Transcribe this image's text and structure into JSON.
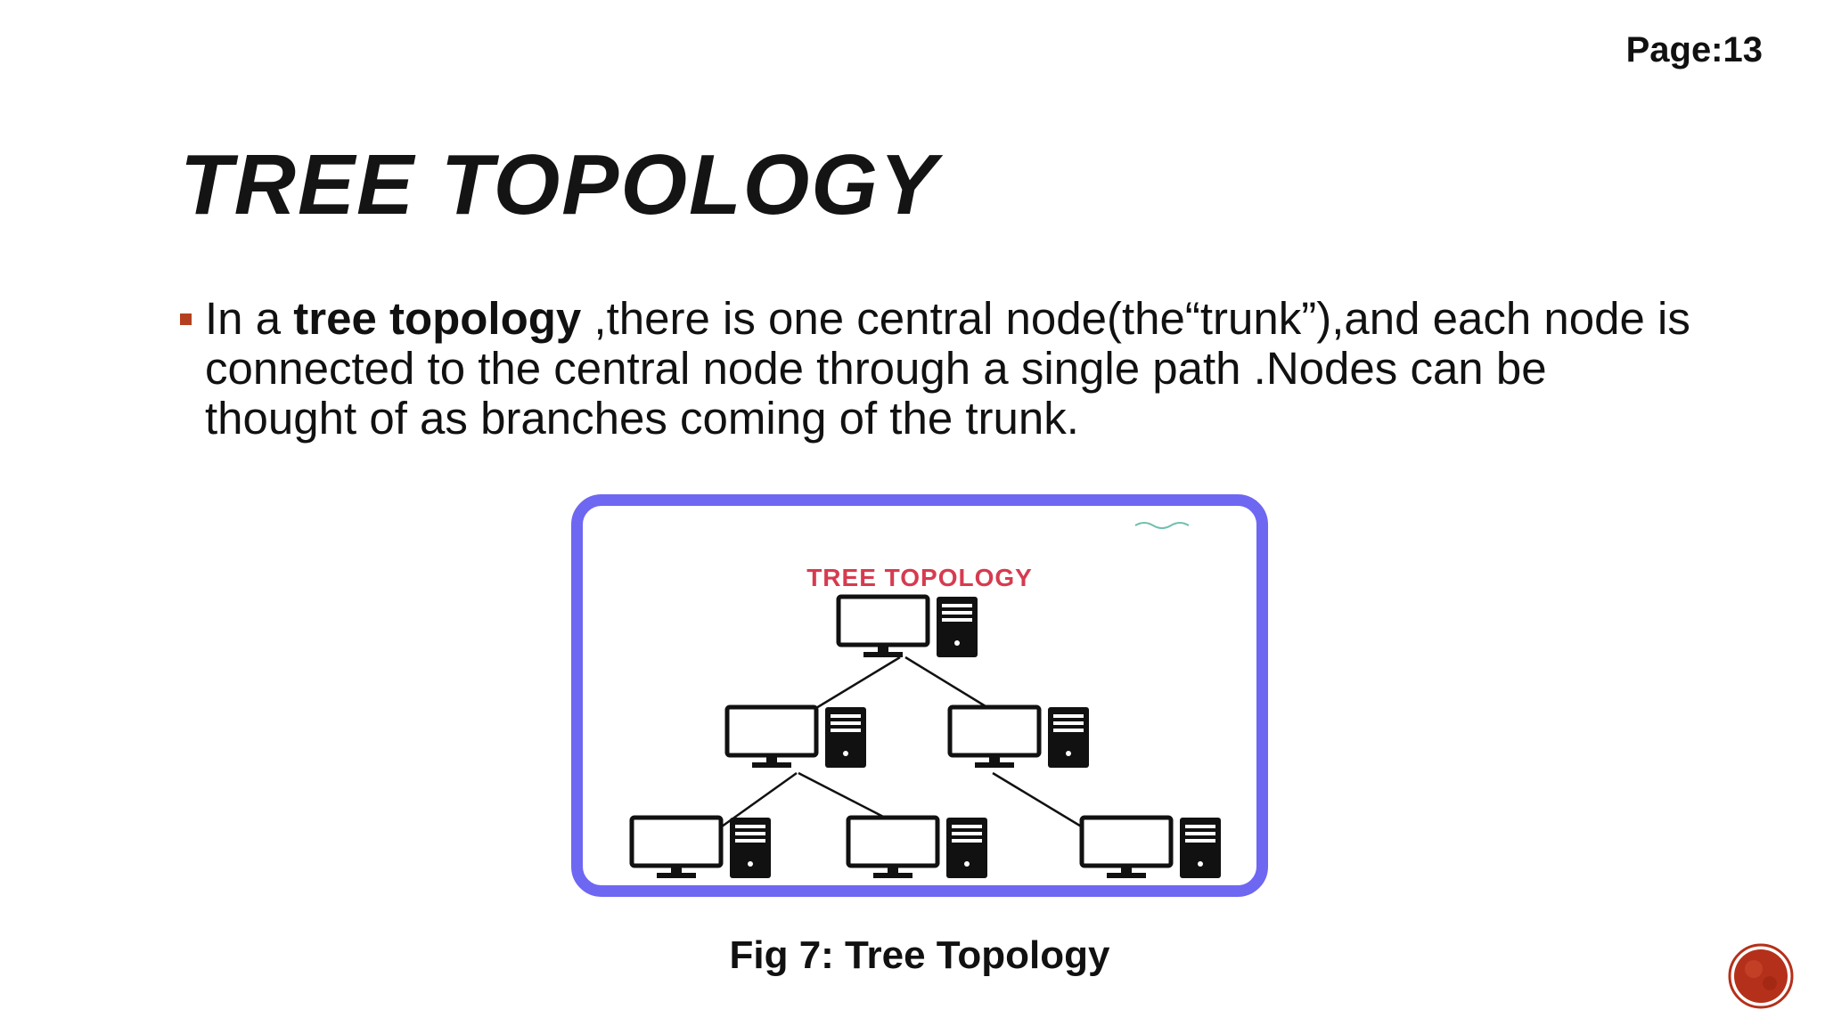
{
  "page": {
    "label": "Page:13"
  },
  "title": "TREE TOPOLOGY",
  "bullet": {
    "text_before": "In a ",
    "bold_term": "tree topology",
    "text_after": " ,there is one central node(the“trunk”),and each node is connected to the central node through a single path .Nodes can be thought of as branches coming of the trunk."
  },
  "figure": {
    "inner_title": "TREE TOPOLOGY",
    "caption": "Fig 7: Tree Topology",
    "icons": [
      "computer-icon",
      "server-tower-icon"
    ]
  },
  "colors": {
    "bullet_accent": "#b5401f",
    "frame_border": "#6e67f2",
    "diagram_title": "#d63b4f",
    "badge": "#b5301a"
  }
}
